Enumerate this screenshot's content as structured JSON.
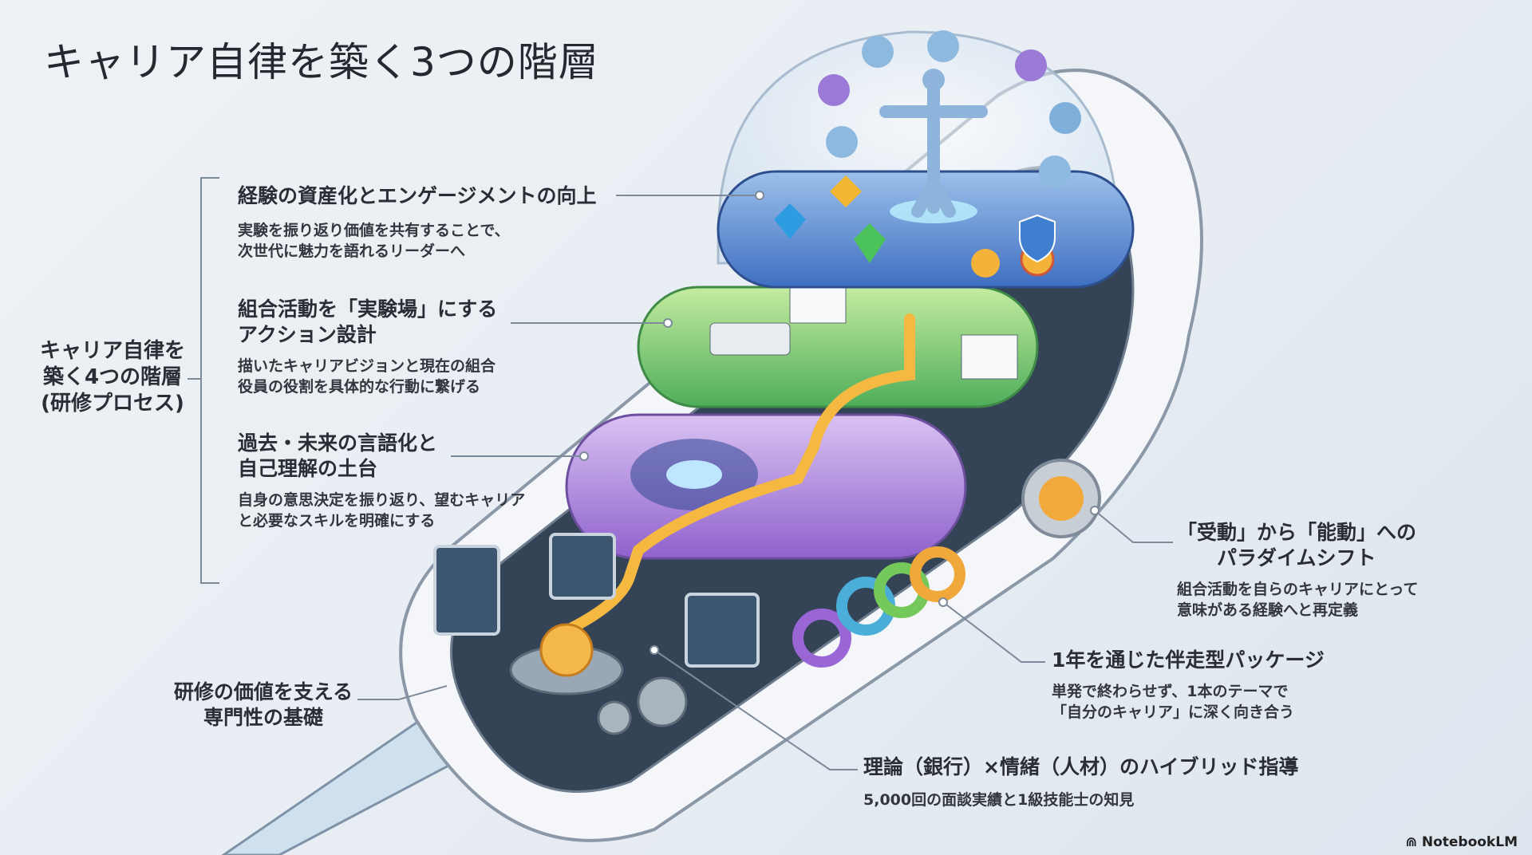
{
  "title": "キャリア自律を築く3つの階層",
  "side_label": [
    "キャリア自律を",
    "築く4つの階層",
    "(研修プロセス)"
  ],
  "layers": [
    {
      "heading": [
        "経験の資産化とエンゲージメントの向上"
      ],
      "sub": [
        "実験を振り返り価値を共有することで、",
        "次世代に魅力を語れるリーダーへ"
      ]
    },
    {
      "heading": [
        "組合活動を「実験場」にする",
        "アクション設計"
      ],
      "sub": [
        "描いたキャリアビジョンと現在の組合",
        "役員の役割を具体的な行動に繋げる"
      ]
    },
    {
      "heading": [
        "過去・未来の言語化と",
        "自己理解の土台"
      ],
      "sub": [
        "自身の意思決定を振り返り、望むキャリア",
        "と必要なスキルを明確にする"
      ]
    }
  ],
  "foundation": [
    "研修の価値を支える",
    "専門性の基礎"
  ],
  "right_points": [
    {
      "heading": [
        "「受動」から「能動」への",
        "パラダイムシフト"
      ],
      "sub": [
        "組合活動を自らのキャリアにとって",
        "意味がある経験へと再定義"
      ]
    },
    {
      "heading": [
        "1年を通じた伴走型パッケージ"
      ],
      "sub": [
        "単発で終わらせず、1本のテーマで",
        "「自分のキャリア」に深く向き合う"
      ]
    },
    {
      "heading": [
        "理論（銀行）×情緒（人材）のハイブリッド指導"
      ],
      "sub": [
        "5,000回の面談実績と1級技能士の知見"
      ]
    }
  ],
  "brand": "NotebookLM",
  "colors": {
    "top_layer": "#4f7fd0",
    "mid_layer": "#7cc96a",
    "base_layer": "#a07ad6",
    "glow_path": "#f5b841",
    "shell": "#f4f6f9"
  }
}
